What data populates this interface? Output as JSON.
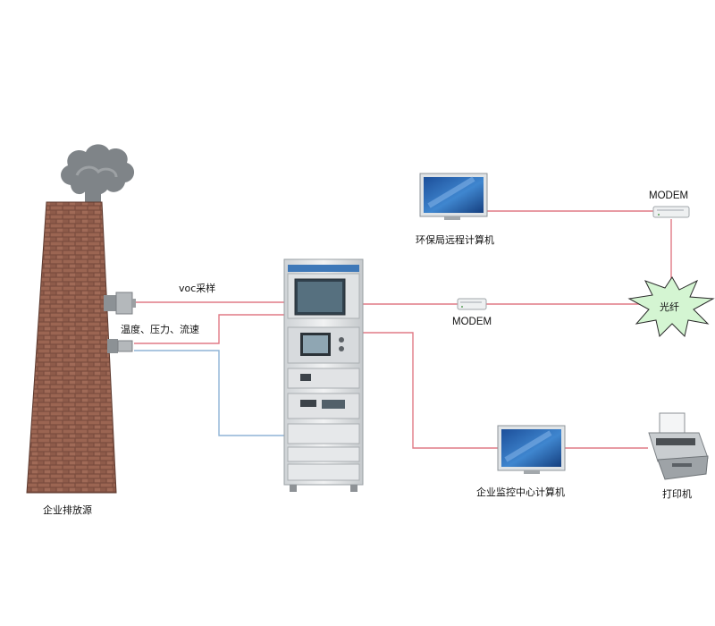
{
  "labels": {
    "chimney": "企业排放源",
    "voc_sampling": "voc采样",
    "temp_pressure_flow": "温度、压力、流速",
    "modem_top": "MODEM",
    "modem_mid": "MODEM",
    "remote_pc": "环保局远程计算机",
    "fiber": "光纤",
    "monitor_pc": "企业监控中心计算机",
    "printer": "打印机"
  },
  "colors": {
    "line_red": "#e07a86",
    "line_blue": "#8fb4d6",
    "brick": "#8b5a4a",
    "screen_blue": "#2f6db5",
    "fiber_fill": "#d4f5d2"
  },
  "icons": [
    "smoke-cloud-icon",
    "chimney-icon",
    "sampling-probe-icon",
    "sensor-probe-icon",
    "analyzer-cabinet-icon",
    "modem-icon",
    "computer-icon",
    "fiber-burst-icon",
    "printer-icon"
  ]
}
